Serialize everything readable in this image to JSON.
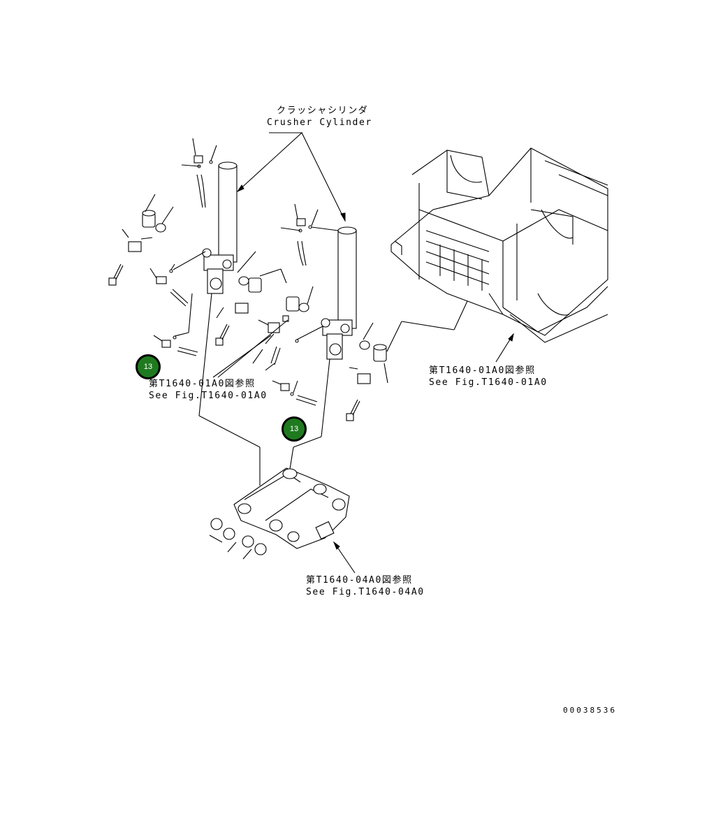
{
  "labels": {
    "crusher_cylinder_jp": "クラッシャシリンダ",
    "crusher_cylinder_en": "Crusher Cylinder",
    "ref_left_jp": "第T1640-01A0図参照",
    "ref_left_en": "See Fig.T1640-01A0",
    "ref_right_jp": "第T1640-01A0図参照",
    "ref_right_en": "See Fig.T1640-01A0",
    "ref_bottom_jp": "第T1640-04A0図参照",
    "ref_bottom_en": "See Fig.T1640-04A0"
  },
  "callouts": [
    {
      "label": "13"
    },
    {
      "label": "13"
    }
  ],
  "document_id": "00038536",
  "colors": {
    "callout_fill": "#1f7a1f",
    "line": "#000000",
    "background": "#ffffff"
  }
}
